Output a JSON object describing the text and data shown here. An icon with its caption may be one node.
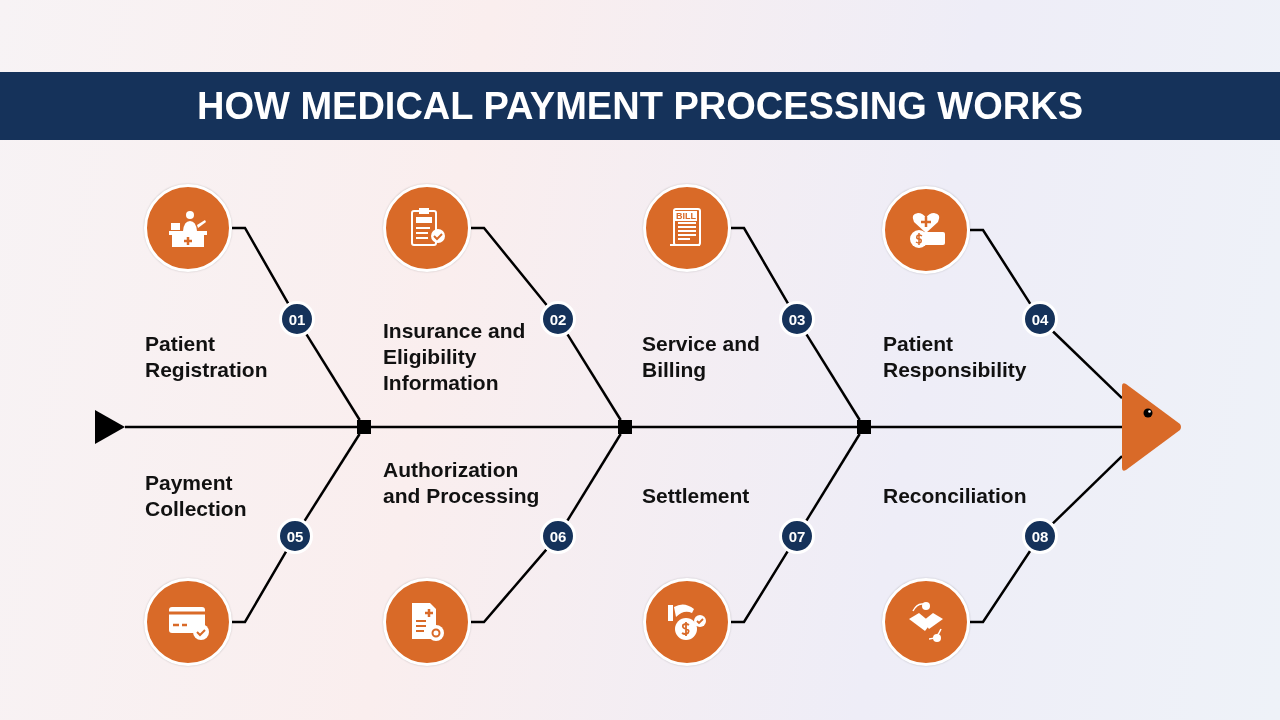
{
  "diagram": {
    "title": "HOW MEDICAL PAYMENT PROCESSING WORKS",
    "nodes": [
      {
        "text": [],
        "shape": "triangle"
      },
      {
        "text": [],
        "shape": "circle"
      },
      {
        "text": [
          "01"
        ]
      },
      {
        "text": [],
        "shape": "circle"
      },
      {
        "text": [
          "02"
        ]
      },
      {
        "text": [
          "BILL"
        ]
      },
      {
        "text": [
          "03"
        ]
      },
      {
        "text": [],
        "shape": "circle"
      },
      {
        "text": [
          "04"
        ]
      },
      {
        "text": [],
        "shape": "box"
      },
      {
        "text": [],
        "shape": "box"
      },
      {
        "text": [],
        "shape": "box"
      },
      {
        "text": [],
        "shape": "triangle"
      },
      {
        "text": [],
        "shape": "circle"
      },
      {
        "text": [
          "05"
        ]
      },
      {
        "text": [],
        "shape": "circle"
      },
      {
        "text": [
          "06"
        ]
      },
      {
        "text": [],
        "shape": "circle"
      },
      {
        "text": [
          "07"
        ]
      },
      {
        "text": [],
        "shape": "circle"
      },
      {
        "text": [
          "08"
        ]
      }
    ],
    "edges": [
      {
        "from": 0,
        "to": 9,
        "arrow": "none"
      },
      {
        "from": 9,
        "to": 10,
        "arrow": "none"
      },
      {
        "from": 10,
        "to": 11,
        "arrow": "none"
      },
      {
        "from": 11,
        "to": 12,
        "arrow": "none"
      },
      {
        "from": 1,
        "to": 2,
        "arrow": "none"
      },
      {
        "from": 2,
        "to": 9,
        "arrow": "none"
      },
      {
        "from": 3,
        "to": 4,
        "arrow": "none"
      },
      {
        "from": 4,
        "to": 10,
        "arrow": "none"
      },
      {
        "from": 5,
        "to": 6,
        "arrow": "none"
      },
      {
        "from": 6,
        "to": 11,
        "arrow": "none"
      },
      {
        "from": 7,
        "to": 8,
        "arrow": "none"
      },
      {
        "from": 8,
        "to": 12,
        "arrow": "none"
      },
      {
        "from": 13,
        "to": 14,
        "arrow": "none"
      },
      {
        "from": 14,
        "to": 9,
        "arrow": "none"
      },
      {
        "from": 15,
        "to": 16,
        "arrow": "none"
      },
      {
        "from": 16,
        "to": 10,
        "arrow": "none"
      },
      {
        "from": 17,
        "to": 18,
        "arrow": "none"
      },
      {
        "from": 18,
        "to": 11,
        "arrow": "none"
      },
      {
        "from": 19,
        "to": 20,
        "arrow": "none"
      },
      {
        "from": 20,
        "to": 12,
        "arrow": "none"
      }
    ],
    "labels": [
      "Patient Registration",
      "Insurance and Eligibility Information",
      "Service and Billing",
      "Patient Responsibility",
      "Payment Collection",
      "Authorization and Processing",
      "Settlement",
      "Reconciliation"
    ]
  }
}
